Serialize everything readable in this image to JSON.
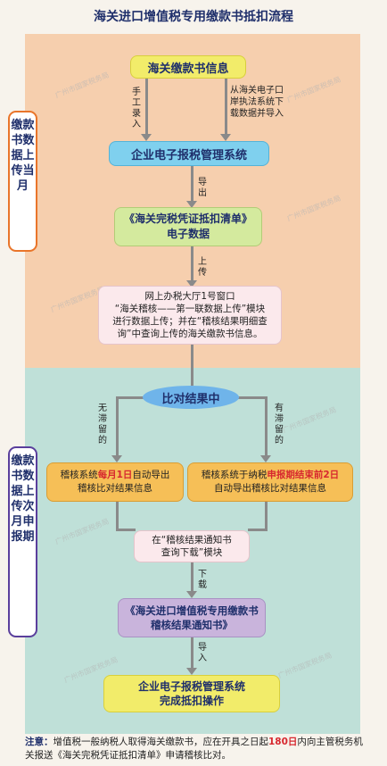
{
  "title": "海关进口增值税专用缴款书抵扣流程",
  "side_labels": {
    "current_month": "缴款书数据上传当月",
    "next_month": "缴款书数据上传次月申报期"
  },
  "nodes": {
    "customs_info": "海关缴款书信息",
    "manual_entry": "手工录入",
    "download_import": "从海关电子口岸执法系统下载数据并导入",
    "tax_system": "企业电子报税管理系统",
    "export": "导出",
    "deduction_list_1": "《海关完税凭证抵扣清单》",
    "deduction_list_2": "电子数据",
    "upload": "上传",
    "online_hall_1": "网上办税大厅1号窗口",
    "online_hall_2": "“海关稽核——第一联数据上传”模块",
    "online_hall_3": "进行数据上传；并在“稽核结果明细查",
    "online_hall_4": "询”中查询上传的海关缴款书信息。",
    "comparing": "比对结果中",
    "no_overdue": "无滞留的",
    "overdue": "有滞留的",
    "left_a": "稽核系统",
    "left_red": "每月1日",
    "left_b": "自动导出",
    "left_line2": "稽核比对结果信息",
    "right_a": "稽核系统于纳税",
    "right_red": "申报期结束前2日",
    "right_line2": "自动导出稽核比对结果信息",
    "query_1": "在“稽核结果通知书",
    "query_2": "查询下载”模块",
    "download": "下载",
    "notice_1": "《海关进口增值税专用缴款书",
    "notice_2": "稽核结果通知书》",
    "import": "导入",
    "final_1": "企业电子报税管理系统",
    "final_2": "完成抵扣操作"
  },
  "note": {
    "label": "注意：",
    "text_a": "增值税一般纳税人取得海关缴款书，应在开具之日起",
    "days": "180日",
    "text_b": "内向主管税务机关报送《海关完税凭证抵扣清单》申请稽核比对。"
  },
  "watermark": "广州市国家税务局",
  "colors": {
    "zone_top": "#f6cfae",
    "zone_bottom": "#bfe0d8",
    "accent_red": "#d7282f",
    "title_blue": "#1f2f6b"
  }
}
